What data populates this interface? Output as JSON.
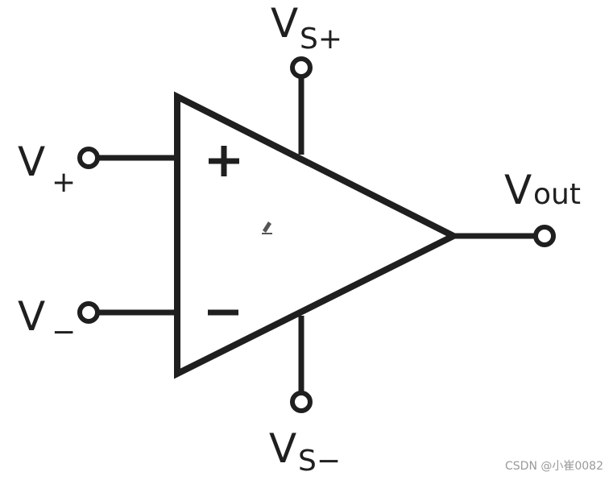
{
  "diagram": {
    "inputs": {
      "non_inverting": {
        "main": "V",
        "sub": "+"
      },
      "inverting": {
        "main": "V",
        "sub": "−"
      }
    },
    "supply": {
      "positive": {
        "main": "V",
        "sub": "S+"
      },
      "negative": {
        "main": "V",
        "sub": "S−"
      }
    },
    "output": {
      "main": "V",
      "sub": "out"
    },
    "body_signs": {
      "plus": "+",
      "minus": "−"
    }
  },
  "watermark": "CSDN @小崔0082"
}
